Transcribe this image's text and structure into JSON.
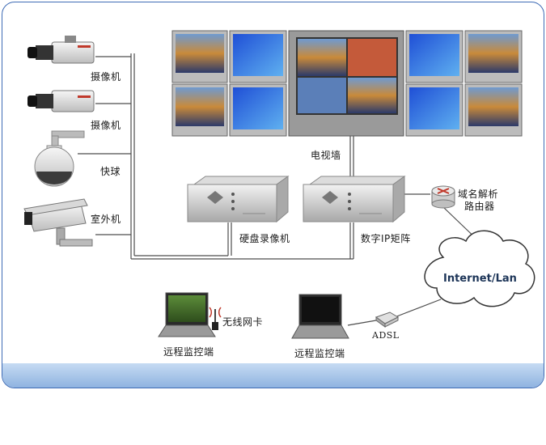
{
  "labels": {
    "camera1": "摄像机",
    "camera2": "摄像机",
    "speed_dome": "快球",
    "outdoor": "室外机",
    "tv_wall": "电视墙",
    "dvr": "硬盘录像机",
    "matrix": "数字IP矩阵",
    "router": "域名解析\n路由器",
    "router_line1": "域名解析",
    "router_line2": "路由器",
    "cloud": "Internet/Lan",
    "wireless_card": "无线网卡",
    "remote1": "远程监控端",
    "remote2": "远程监控端",
    "adsl": "ADSL"
  },
  "colors": {
    "border": "#3e6bb5",
    "footer": "#8fb3e0",
    "line": "#4d4d4d",
    "screen_blue": "#2a5fd8"
  }
}
